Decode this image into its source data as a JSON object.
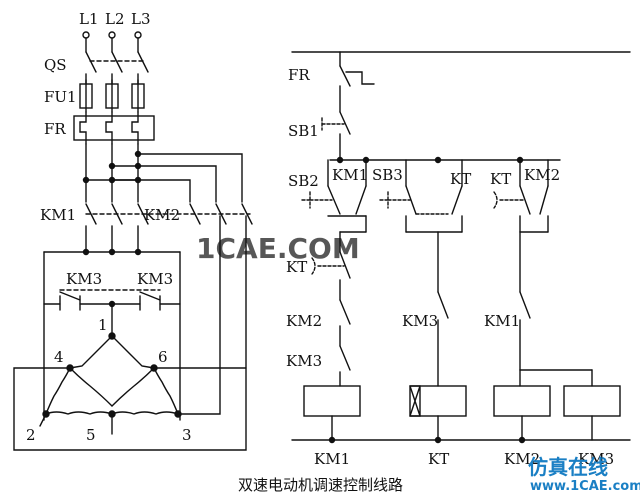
{
  "power": {
    "phases": [
      "L1",
      "L2",
      "L3"
    ],
    "qs": "QS",
    "fu1": "FU1",
    "fr": "FR",
    "km1": "KM1",
    "km2": "KM2",
    "km3_left": "KM3",
    "km3_right": "KM3",
    "terminals": [
      "1",
      "2",
      "3",
      "4",
      "5",
      "6"
    ]
  },
  "control": {
    "fr": "FR",
    "sb1": "SB1",
    "sb2": "SB2",
    "km1_hold": "KM1",
    "sb3": "SB3",
    "kt_top_a": "KT",
    "kt_top_b": "KT",
    "km2_top": "KM2",
    "kt_left": "KT",
    "km2_mid": "KM2",
    "km3_lower": "KM3",
    "km3_mid": "KM3",
    "km1_mid": "KM1",
    "coils": [
      "KM1",
      "KT",
      "KM2",
      "KM3"
    ]
  },
  "caption": "双速电动机调速控制线路",
  "watermark": {
    "diagonal": "1CAE.COM",
    "cn": "仿真在线",
    "url": "www.1CAE.com"
  },
  "colors": {
    "line": "#111111",
    "watermark": "#1a7fc4"
  }
}
